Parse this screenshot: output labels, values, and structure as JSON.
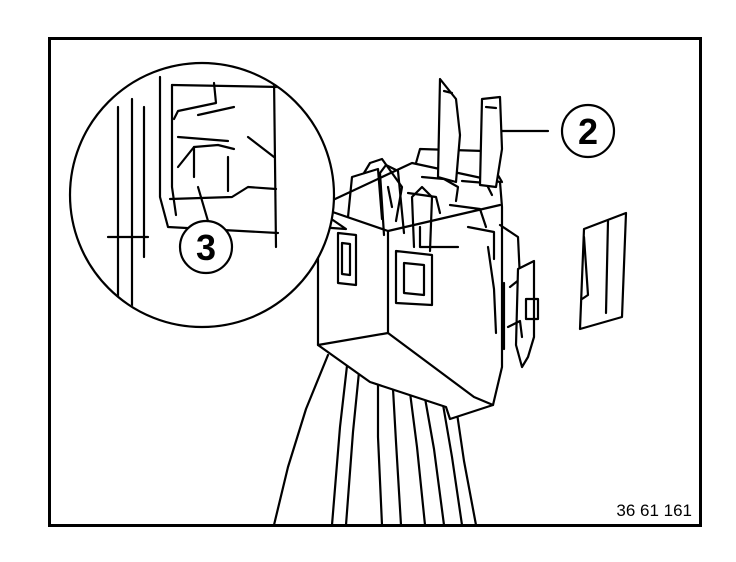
{
  "callouts": {
    "two": "2",
    "three": "3"
  },
  "figure_reference": "36 61 161"
}
